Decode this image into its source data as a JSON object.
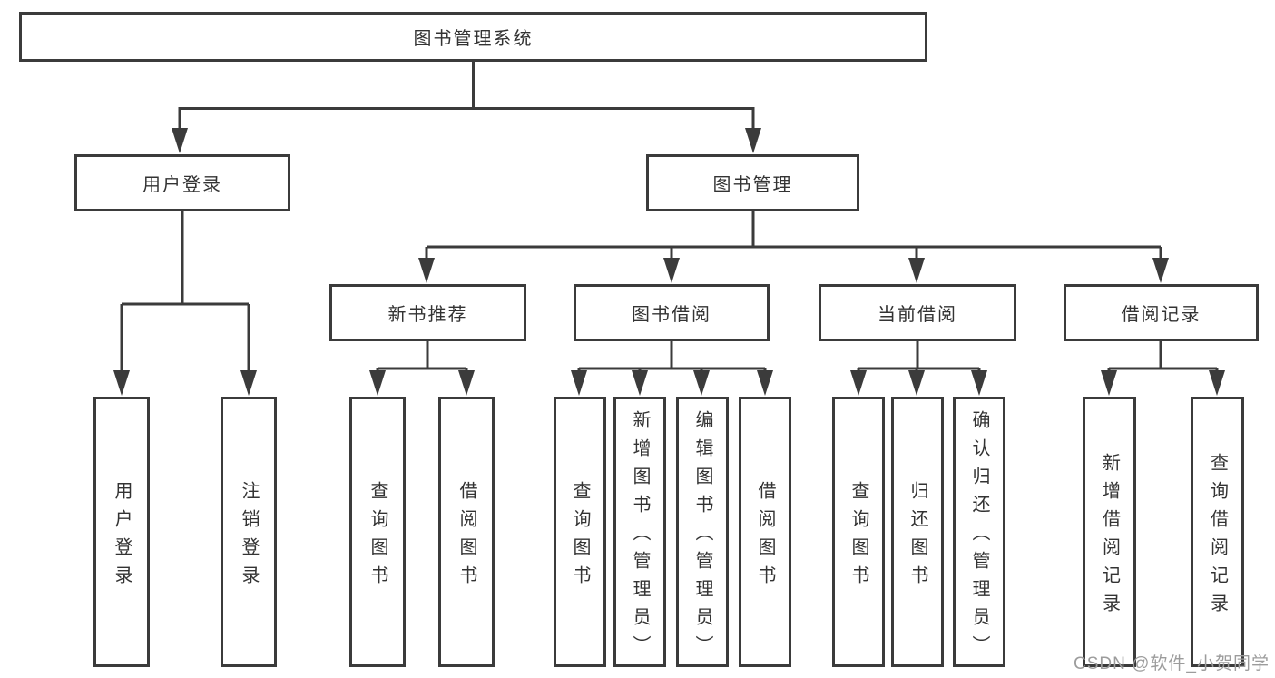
{
  "colors": {
    "line": "#3b3b3b",
    "box_border": "#3b3b3b",
    "text": "#333333",
    "background": "#ffffff",
    "watermark": "#9c9c9c"
  },
  "watermark": "CSDN @软件_小贺同学",
  "tree": {
    "root": {
      "label": "图书管理系统"
    },
    "branches": [
      {
        "label": "用户登录",
        "children": [
          {
            "label": "用户登录"
          },
          {
            "label": "注销登录"
          }
        ]
      },
      {
        "label": "图书管理",
        "children": [
          {
            "label": "新书推荐",
            "children": [
              {
                "label": "查询图书"
              },
              {
                "label": "借阅图书"
              }
            ]
          },
          {
            "label": "图书借阅",
            "children": [
              {
                "label": "查询图书"
              },
              {
                "label": "新增图书（管理员）"
              },
              {
                "label": "编辑图书（管理员）"
              },
              {
                "label": "借阅图书"
              }
            ]
          },
          {
            "label": "当前借阅",
            "children": [
              {
                "label": "查询图书"
              },
              {
                "label": "归还图书"
              },
              {
                "label": "确认归还（管理员）"
              }
            ]
          },
          {
            "label": "借阅记录",
            "children": [
              {
                "label": "新增借阅记录"
              },
              {
                "label": "查询借阅记录"
              }
            ]
          }
        ]
      }
    ]
  }
}
